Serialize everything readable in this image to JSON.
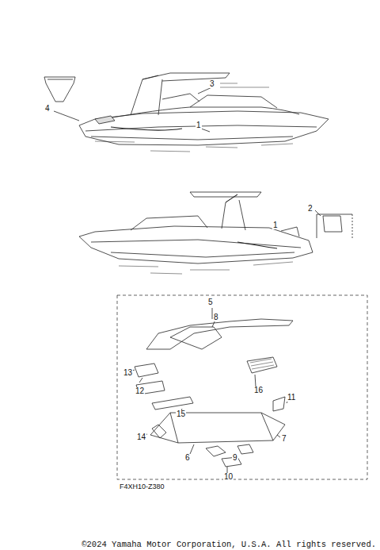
{
  "diagram": {
    "labels": [
      "4",
      "3",
      "1",
      "2",
      "1",
      "5",
      "8",
      "13",
      "12",
      "16",
      "15",
      "11",
      "14",
      "7",
      "6",
      "9",
      "10",
      "F4XH10-Z380",
      "©2024 Yamaha Motor Corporation, U.S.A. All rights reserved."
    ]
  }
}
